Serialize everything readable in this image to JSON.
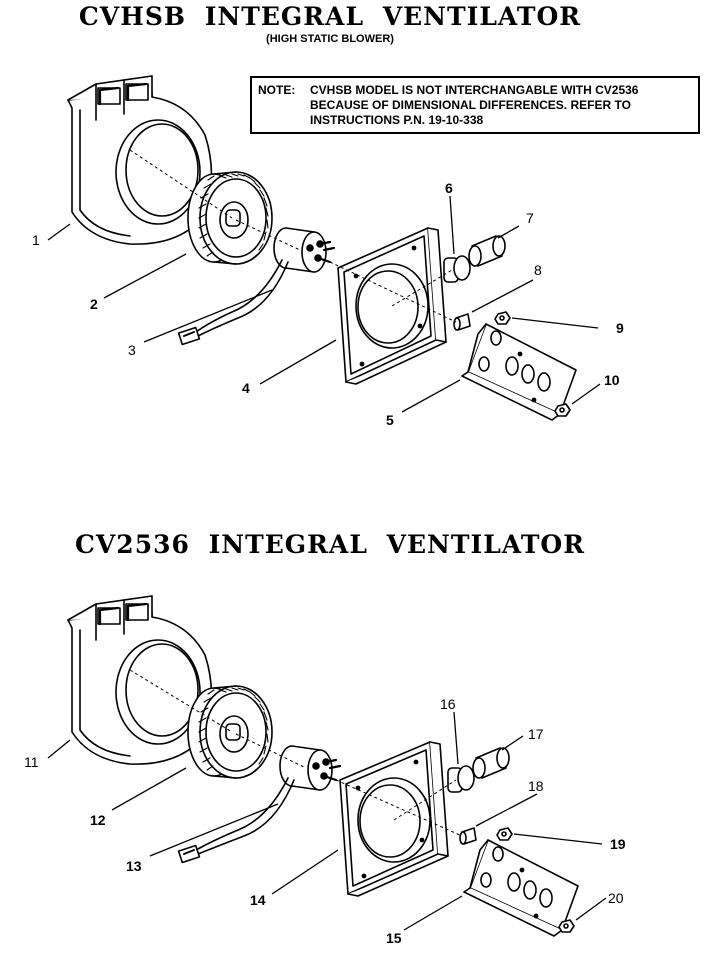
{
  "top": {
    "title": "CVHSB  INTEGRAL  VENTILATOR",
    "subtitle": "(HIGH STATIC BLOWER)",
    "note": {
      "label": "NOTE:",
      "lines": [
        "CVHSB MODEL IS NOT INTERCHANGABLE WITH CV2536",
        "BECAUSE OF DIMENSIONAL DIFFERENCES.  REFER TO",
        "INSTRUCTIONS P.N. 19-10-338"
      ]
    },
    "callouts": [
      "1",
      "2",
      "3",
      "4",
      "5",
      "6",
      "7",
      "8",
      "9",
      "10"
    ]
  },
  "bottom": {
    "title": "CV2536  INTEGRAL  VENTILATOR",
    "callouts": [
      "11",
      "12",
      "13",
      "14",
      "15",
      "16",
      "17",
      "18",
      "19",
      "20"
    ]
  }
}
